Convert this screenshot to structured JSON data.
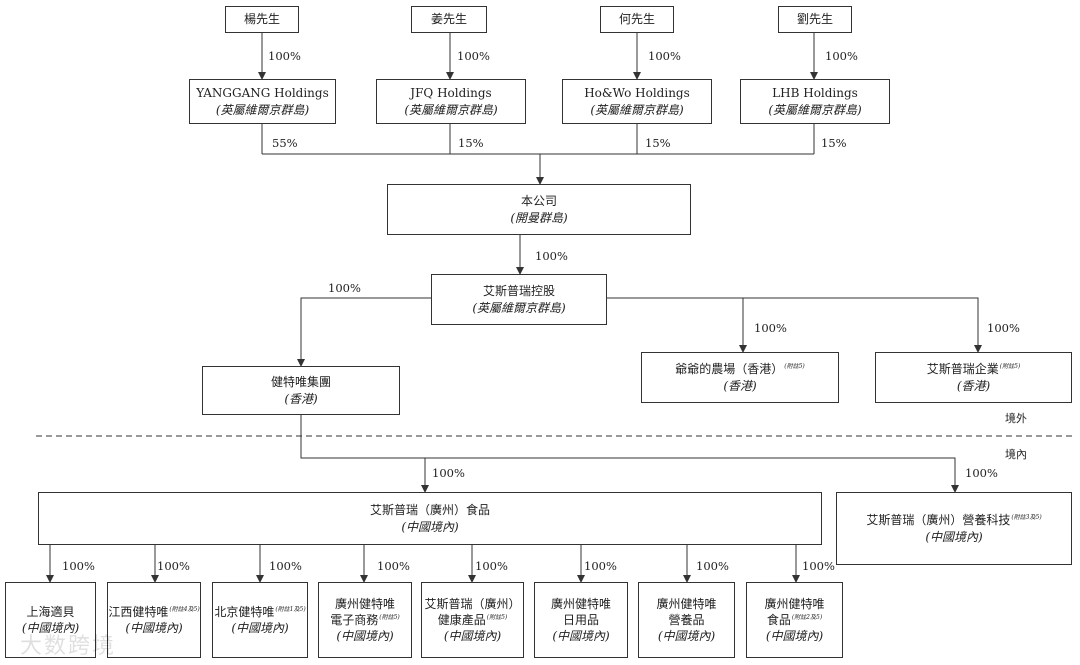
{
  "shareholders": [
    {
      "name": "楊先生",
      "pct": "100%"
    },
    {
      "name": "姜先生",
      "pct": "100%"
    },
    {
      "name": "何先生",
      "pct": "100%"
    },
    {
      "name": "劉先生",
      "pct": "100%"
    }
  ],
  "holdings": [
    {
      "name": "YANGGANG Holdings",
      "loc": "(英屬維爾京群島)",
      "pct": "55%"
    },
    {
      "name": "JFQ Holdings",
      "loc": "(英屬維爾京群島)",
      "pct": "15%"
    },
    {
      "name": "Ho&Wo Holdings",
      "loc": "(英屬維爾京群島)",
      "pct": "15%"
    },
    {
      "name": "LHB Holdings",
      "loc": "(英屬維爾京群島)",
      "pct": "15%"
    }
  ],
  "company": {
    "name": "本公司",
    "loc": "(開曼群島)",
    "pct": "100%"
  },
  "bvi_holdco": {
    "name": "艾斯普瑞控股",
    "loc": "(英屬維爾京群島)"
  },
  "offshore": [
    {
      "name": "健特唯集團",
      "loc": "(香港)",
      "note": "",
      "pct": "100%"
    },
    {
      "name": "爺爺的農場（香港）",
      "loc": "(香港)",
      "note": "(附註5)",
      "pct": "100%"
    },
    {
      "name": "艾斯普瑞企業",
      "loc": "(香港)",
      "note": "(附註5)",
      "pct": "100%"
    }
  ],
  "regions": {
    "offshore": "境外",
    "onshore": "境內"
  },
  "prc_main": {
    "name": "艾斯普瑞（廣州）食品",
    "loc": "(中國境內)",
    "pct": "100%"
  },
  "prc_tech": {
    "name": "艾斯普瑞（廣州）營養科技",
    "loc": "(中國境內)",
    "note": "(附註3及5)",
    "pct": "100%"
  },
  "subsidiaries": [
    {
      "line1": "上海適貝",
      "line2": "",
      "note": "",
      "loc": "(中國境內)",
      "pct": "100%"
    },
    {
      "line1": "江西健特唯",
      "line2": "",
      "note": "(附註4及5)",
      "loc": "(中國境內)",
      "pct": "100%"
    },
    {
      "line1": "北京健特唯",
      "line2": "",
      "note": "(附註1及5)",
      "loc": "(中國境內)",
      "pct": "100%"
    },
    {
      "line1": "廣州健特唯",
      "line2": "電子商務",
      "note": "(附註5)",
      "loc": "(中國境內)",
      "pct": "100%"
    },
    {
      "line1": "艾斯普瑞（廣州）",
      "line2": "健康產品",
      "note": "(附註5)",
      "loc": "(中國境內)",
      "pct": "100%"
    },
    {
      "line1": "廣州健特唯",
      "line2": "日用品",
      "note": "",
      "loc": "(中國境內)",
      "pct": "100%"
    },
    {
      "line1": "廣州健特唯",
      "line2": "營養品",
      "note": "",
      "loc": "(中國境內)",
      "pct": "100%"
    },
    {
      "line1": "廣州健特唯",
      "line2": "食品",
      "note": "(附註2及5)",
      "loc": "(中國境內)",
      "pct": "100%"
    }
  ],
  "watermark": "大数跨境"
}
